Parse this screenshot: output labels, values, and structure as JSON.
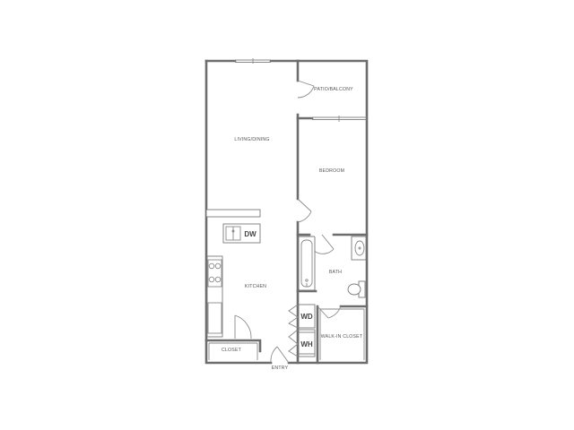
{
  "rooms": {
    "patio": "PATIO/BALCONY",
    "living": "LIVING/DINING",
    "bedroom": "BEDROOM",
    "bath": "BATH",
    "kitchen": "KITCHEN",
    "walkin": "WALK-IN CLOSET",
    "closet": "CLOSET",
    "entry": "ENTRY"
  },
  "appliances": {
    "dishwasher": "DW",
    "washer_dryer": "WD",
    "water_heater": "WH"
  },
  "colors": {
    "wall": "#6d6d6d",
    "fixture": "#7a7a7a",
    "text": "#555555"
  }
}
